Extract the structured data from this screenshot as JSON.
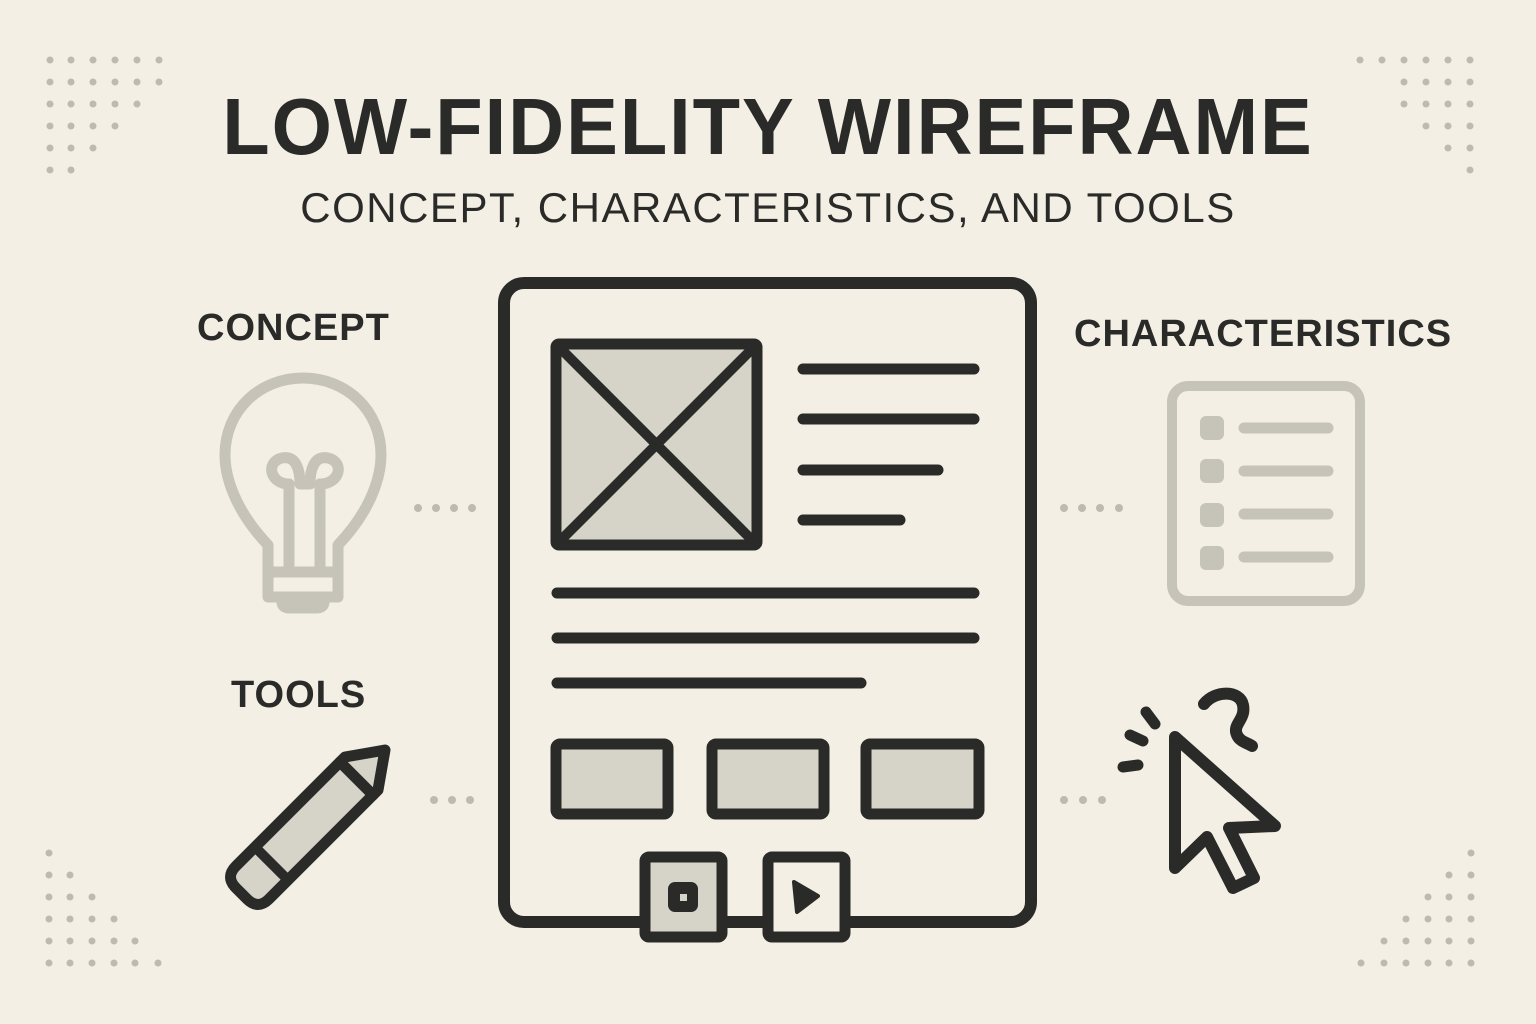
{
  "header": {
    "title": "LOW-FIDELITY WIREFRAME",
    "subtitle": "CONCEPT, CHARACTERISTICS, AND TOOLS"
  },
  "sections": {
    "concept": {
      "label": "CONCEPT",
      "icon": "lightbulb-icon"
    },
    "characteristics": {
      "label": "CHARACTERISTICS",
      "icon": "checklist-icon"
    },
    "tools": {
      "label": "TOOLS",
      "icon": "pencil-icon"
    },
    "interaction": {
      "label": "",
      "icon": "cursor-click-question-icon"
    }
  },
  "wireframe": {
    "image_placeholder": "image-placeholder-x-box",
    "text_lines_right": 4,
    "text_lines_full": 3,
    "card_placeholders": 3,
    "controls": [
      "stop-button",
      "play-button"
    ]
  },
  "colors": {
    "background": "#f3efe5",
    "ink": "#2a2b28",
    "muted_icon": "#c6c3b9",
    "placeholder_fill": "#d6d3c9",
    "dots": "#bdbab2"
  }
}
